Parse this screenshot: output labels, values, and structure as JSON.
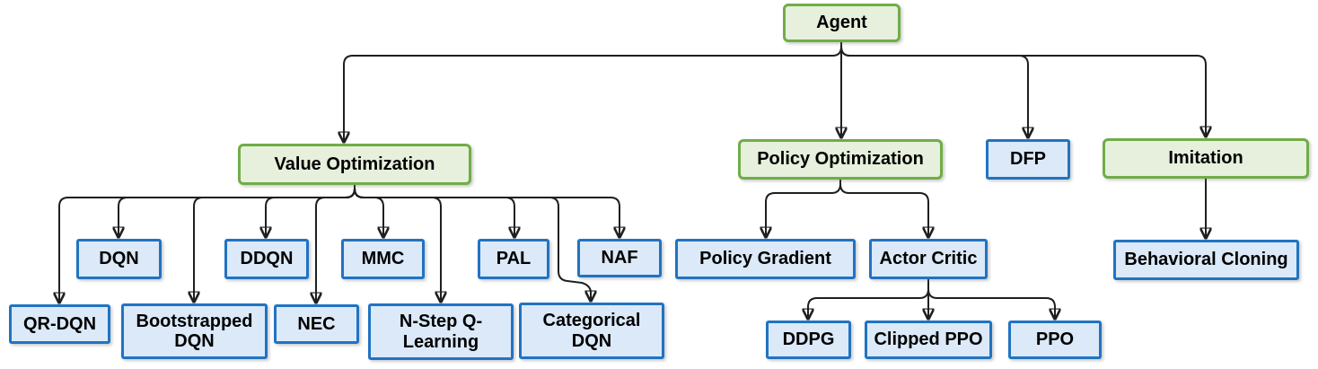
{
  "diagram": {
    "type": "flowchart",
    "description": "Taxonomy of reinforcement learning agent algorithms",
    "colors": {
      "category_fill": "#e6f0dc",
      "category_border": "#70ad47",
      "algorithm_fill": "#dbe9f8",
      "algorithm_border": "#2173c2",
      "connector": "#1f1f1f",
      "text": "#000000",
      "background": "#ffffff"
    },
    "nodes": {
      "agent": {
        "label": "Agent",
        "type": "category"
      },
      "value_optimization": {
        "label": "Value Optimization",
        "type": "category"
      },
      "policy_optimization": {
        "label": "Policy Optimization",
        "type": "category"
      },
      "dfp": {
        "label": "DFP",
        "type": "algorithm"
      },
      "imitation": {
        "label": "Imitation",
        "type": "category"
      },
      "dqn": {
        "label": "DQN",
        "type": "algorithm"
      },
      "ddqn": {
        "label": "DDQN",
        "type": "algorithm"
      },
      "mmc": {
        "label": "MMC",
        "type": "algorithm"
      },
      "pal": {
        "label": "PAL",
        "type": "algorithm"
      },
      "naf": {
        "label": "NAF",
        "type": "algorithm"
      },
      "qr_dqn": {
        "label": "QR-DQN",
        "type": "algorithm"
      },
      "bootstrapped_dqn": {
        "label": "Bootstrapped DQN",
        "type": "algorithm"
      },
      "nec": {
        "label": "NEC",
        "type": "algorithm"
      },
      "n_step_q_learning": {
        "label": "N-Step Q-Learning",
        "type": "algorithm"
      },
      "categorical_dqn": {
        "label": "Categorical DQN",
        "type": "algorithm"
      },
      "policy_gradient": {
        "label": "Policy Gradient",
        "type": "algorithm"
      },
      "actor_critic": {
        "label": "Actor Critic",
        "type": "algorithm"
      },
      "ddpg": {
        "label": "DDPG",
        "type": "algorithm"
      },
      "clipped_ppo": {
        "label": "Clipped PPO",
        "type": "algorithm"
      },
      "ppo": {
        "label": "PPO",
        "type": "algorithm"
      },
      "behavioral_cloning": {
        "label": "Behavioral Cloning",
        "type": "algorithm"
      }
    },
    "edges": [
      [
        "agent",
        "value_optimization"
      ],
      [
        "agent",
        "policy_optimization"
      ],
      [
        "agent",
        "dfp"
      ],
      [
        "agent",
        "imitation"
      ],
      [
        "value_optimization",
        "qr_dqn"
      ],
      [
        "value_optimization",
        "dqn"
      ],
      [
        "value_optimization",
        "bootstrapped_dqn"
      ],
      [
        "value_optimization",
        "ddqn"
      ],
      [
        "value_optimization",
        "nec"
      ],
      [
        "value_optimization",
        "mmc"
      ],
      [
        "value_optimization",
        "n_step_q_learning"
      ],
      [
        "value_optimization",
        "pal"
      ],
      [
        "value_optimization",
        "categorical_dqn"
      ],
      [
        "value_optimization",
        "naf"
      ],
      [
        "policy_optimization",
        "policy_gradient"
      ],
      [
        "policy_optimization",
        "actor_critic"
      ],
      [
        "actor_critic",
        "ddpg"
      ],
      [
        "actor_critic",
        "clipped_ppo"
      ],
      [
        "actor_critic",
        "ppo"
      ],
      [
        "imitation",
        "behavioral_cloning"
      ]
    ]
  }
}
